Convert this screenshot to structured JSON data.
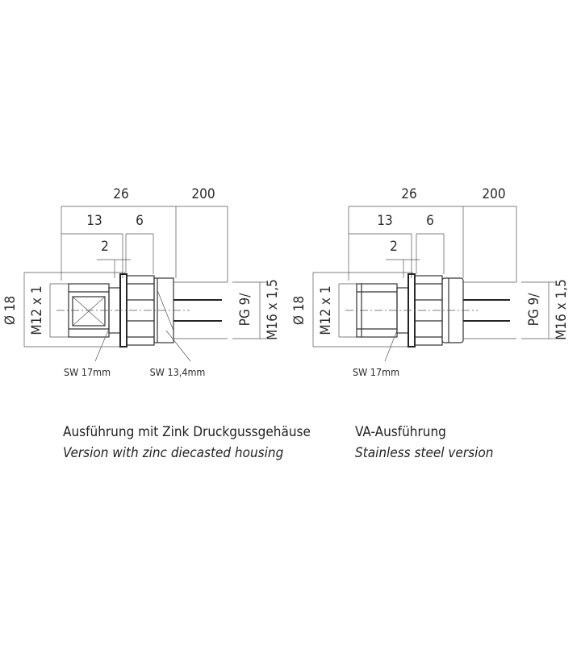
{
  "left": {
    "dims": {
      "d26": "26",
      "d200": "200",
      "d13": "13",
      "d6": "6",
      "d2": "2"
    },
    "diameter": "Ø 18",
    "thread": "M12 x 1",
    "pg": "PG 9/",
    "m16": "M16 x 1,5",
    "sw_a": "SW 17mm",
    "sw_b": "SW 13,4mm",
    "caption_de": "Ausführung mit Zink Druckgussgehäuse",
    "caption_en": "Version with zinc diecasted housing"
  },
  "right": {
    "dims": {
      "d26": "26",
      "d200": "200",
      "d13": "13",
      "d6": "6",
      "d2": "2"
    },
    "diameter": "Ø 18",
    "thread": "M12 x 1",
    "pg": "PG 9/",
    "m16": "M16 x 1,5",
    "sw_a": "SW 17mm",
    "caption_de": "VA-Ausführung",
    "caption_en": "Stainless steel version"
  }
}
